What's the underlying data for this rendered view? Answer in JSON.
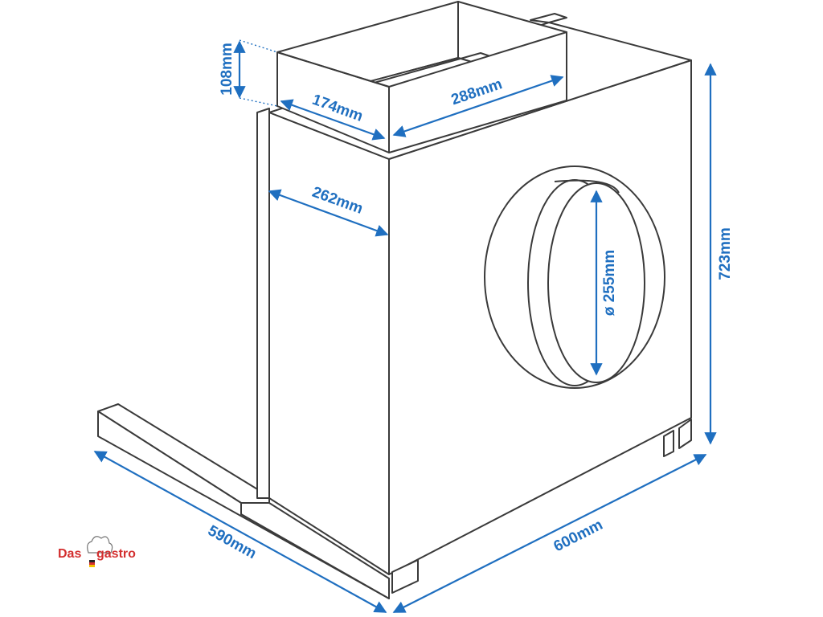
{
  "colors": {
    "dimension": "#1f6fc0",
    "outline": "#3a3a3a",
    "logo_red": "#d32f2f"
  },
  "dimensions": {
    "collar_height": "108mm",
    "collar_depth": "174mm",
    "collar_width": "288mm",
    "outlet_side": "262mm",
    "outlet_diameter": "ø 255mm",
    "total_height": "723mm",
    "base_depth": "590mm",
    "base_width": "600mm"
  },
  "logo": {
    "left_word": "Das",
    "right_word": "gastro",
    "icon": "chef-hat-icon",
    "flag": "german-flag-icon"
  }
}
